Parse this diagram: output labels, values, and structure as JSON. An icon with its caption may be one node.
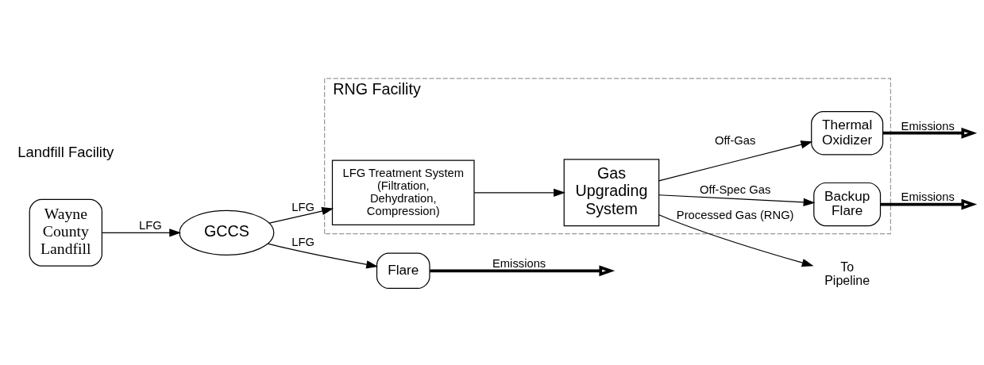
{
  "diagram": {
    "nodes": [
      {
        "text": [
          "RNG Facility"
        ]
      },
      {
        "text": [
          "Wayne County Landfill"
        ]
      },
      {
        "text": [
          "GCCS"
        ]
      },
      {
        "text": [
          "Flare"
        ]
      },
      {
        "text": [
          "LFG Treatment System (Filtration, Dehydration, Compression)"
        ],
        "in": 0
      },
      {
        "text": [
          "Gas Upgrading System"
        ],
        "in": 0
      },
      {
        "text": [
          "Thermal Oxidizer"
        ],
        "in": 0
      },
      {
        "text": [
          "Backup Flare"
        ],
        "in": 0
      },
      {
        "text": [
          "To Pipeline"
        ]
      }
    ],
    "edges": [
      {
        "from": 1,
        "to": 2,
        "arrow": "to",
        "label": "LFG"
      },
      {
        "from": 2,
        "to": 3,
        "arrow": "to",
        "label": "LFG"
      },
      {
        "from": 2,
        "to": 4,
        "arrow": "to",
        "label": "LFG"
      },
      {
        "from": 4,
        "to": 5,
        "arrow": "to"
      },
      {
        "from": 5,
        "to": 6,
        "arrow": "to",
        "label": "Off-Gas"
      },
      {
        "from": 5,
        "to": 7,
        "arrow": "to",
        "label": "Off-Spec Gas"
      },
      {
        "from": 5,
        "to": 8,
        "arrow": "to",
        "label": "Processed Gas (RNG)"
      },
      {
        "from": 3,
        "to": null,
        "arrow": "to",
        "label": "Emissions",
        "style": "thick"
      },
      {
        "from": 6,
        "to": null,
        "arrow": "to",
        "label": "Emissions",
        "style": "thick"
      },
      {
        "from": 7,
        "to": null,
        "arrow": "to",
        "label": "Emissions",
        "style": "thick"
      }
    ],
    "labels": [
      "Landfill Facility"
    ]
  }
}
